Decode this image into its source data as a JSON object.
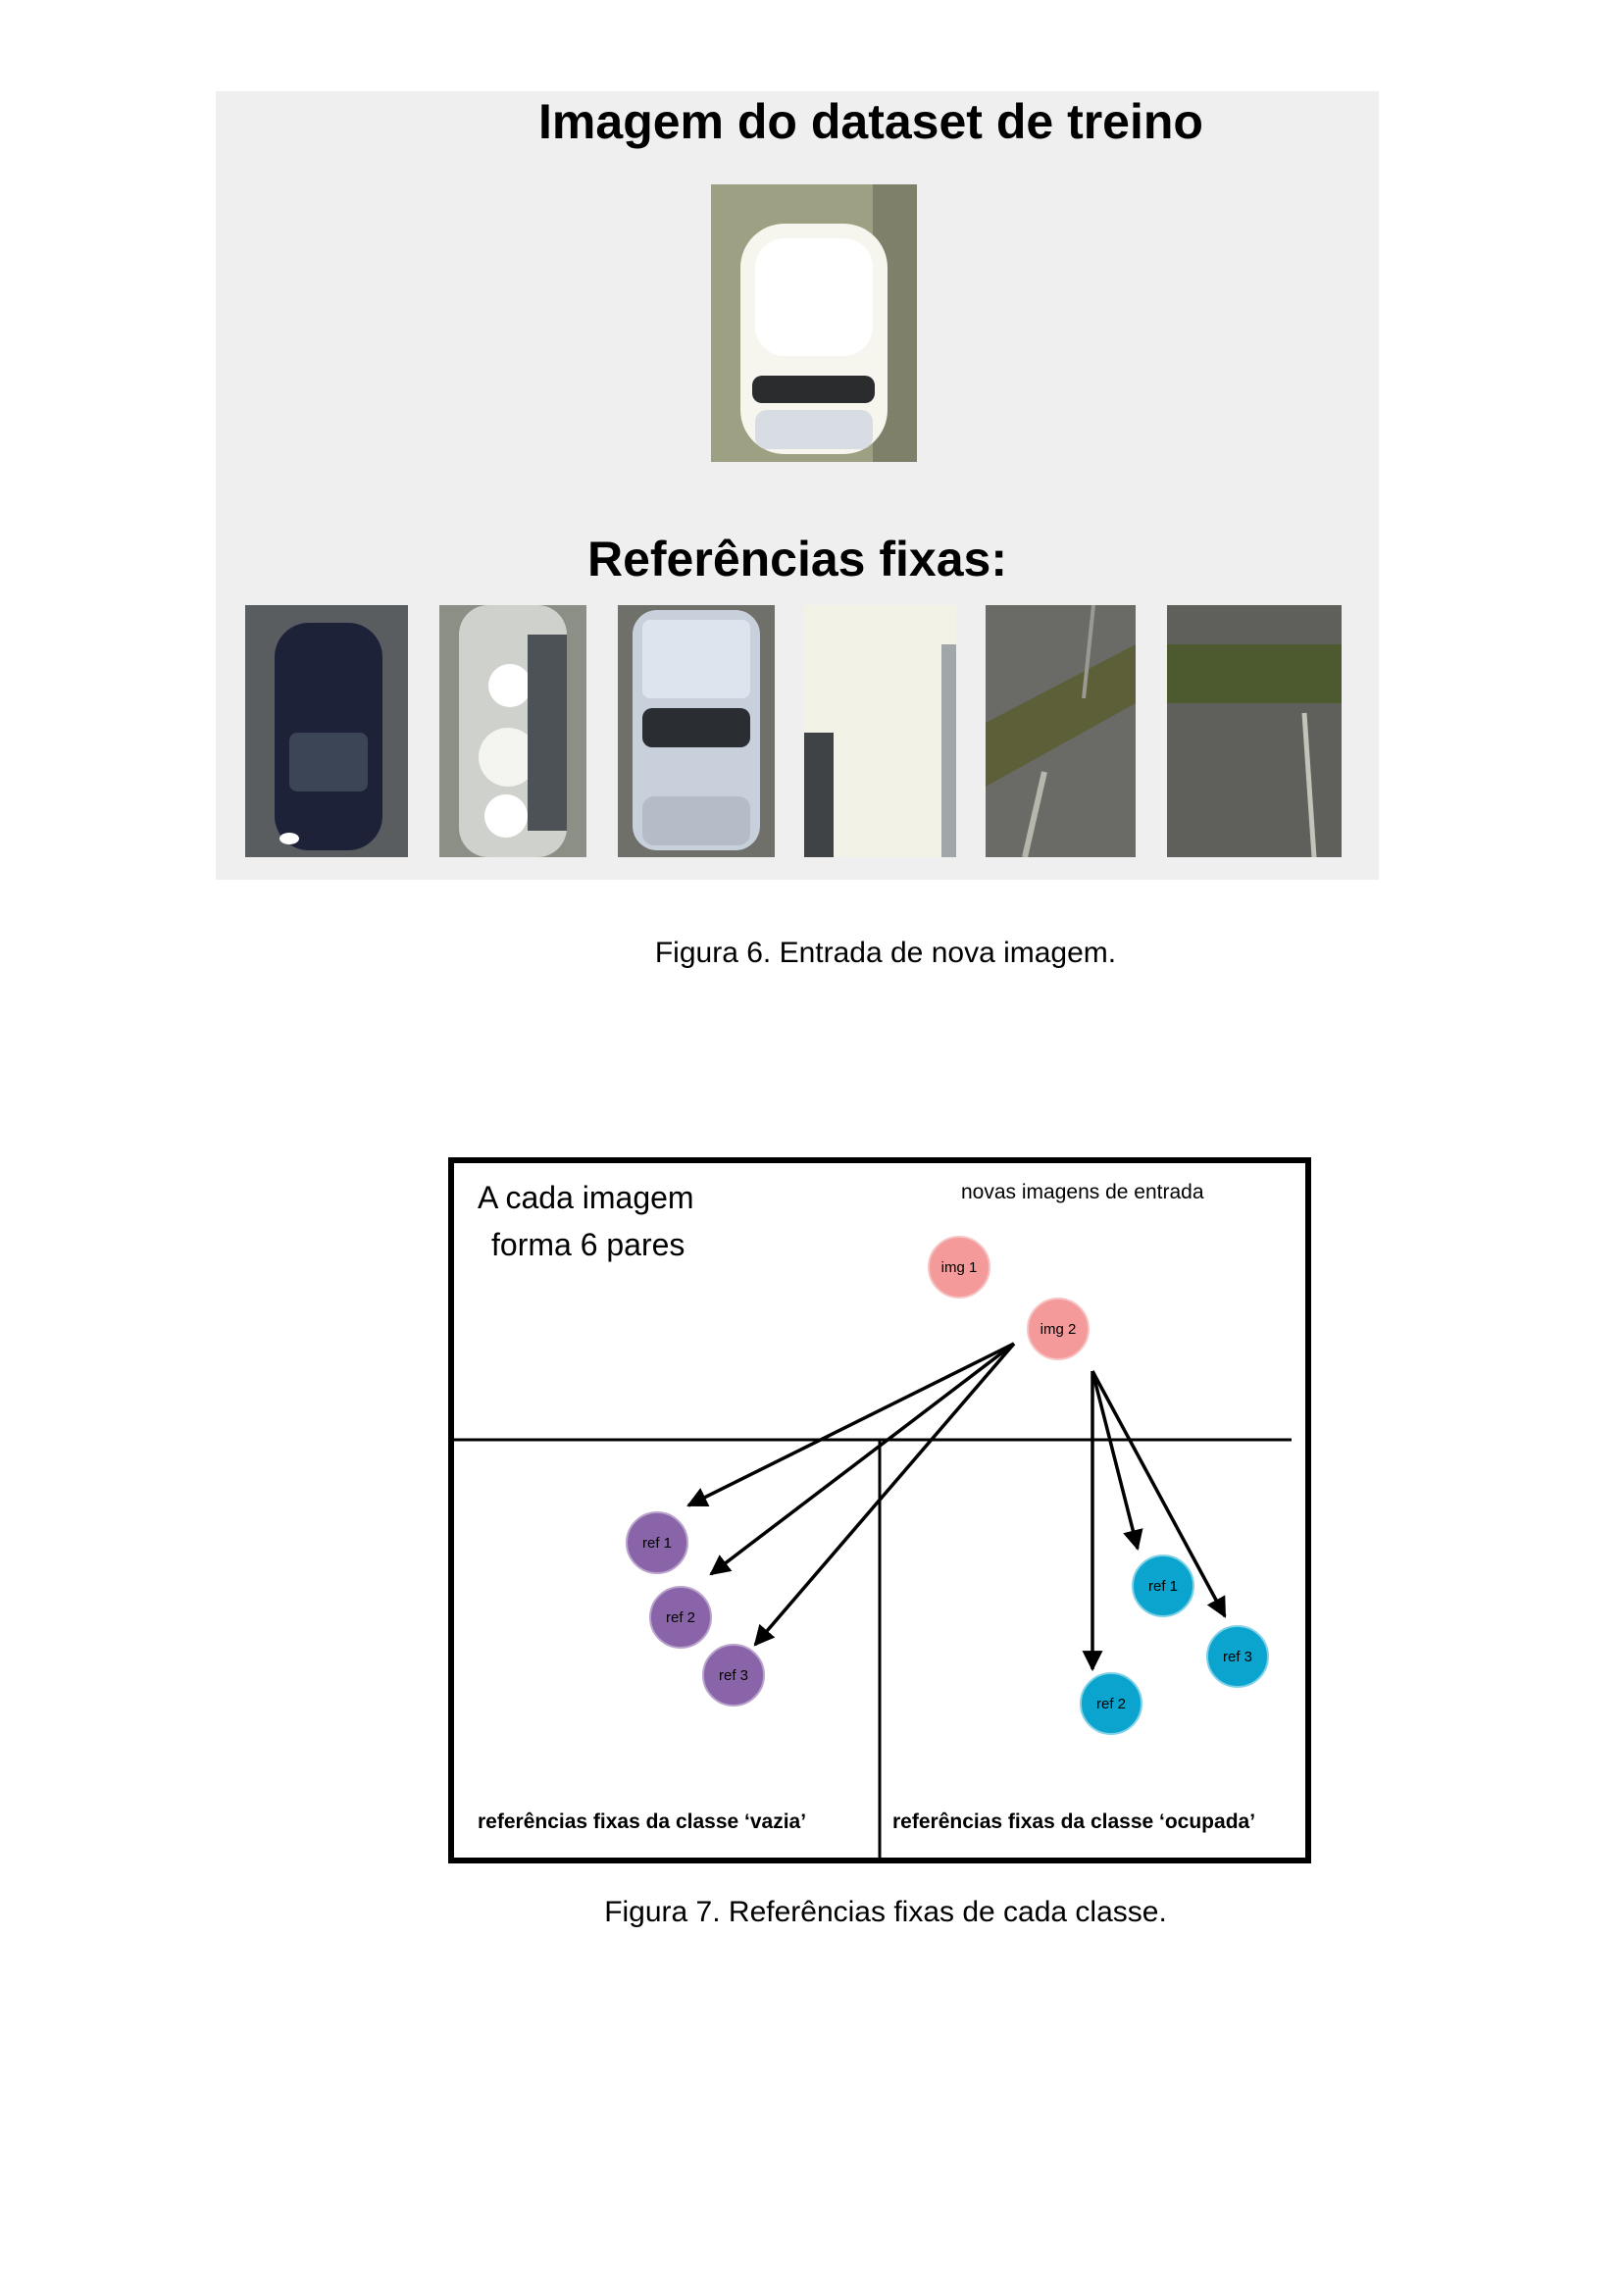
{
  "figure6": {
    "title_top": "Imagem do dataset de treino",
    "title_refs": "Referências fixas:",
    "caption": "Figura 6. Entrada de nova imagem."
  },
  "figure7": {
    "heading_line1": "A cada imagem",
    "heading_line2": "forma 6 pares",
    "new_images_label": "novas imagens de entrada",
    "img1": "img 1",
    "img2": "img 2",
    "empty_refs": [
      "ref 1",
      "ref 2",
      "ref 3"
    ],
    "occupied_refs": [
      "ref 1",
      "ref 2",
      "ref 3"
    ],
    "empty_class_label": "referências fixas da classe ‘vazia’",
    "occupied_class_label": "referências fixas da classe ‘ocupada’",
    "caption": "Figura 7. Referências fixas de cada classe.",
    "colors": {
      "input": "#f59a9a",
      "empty": "#8a64a8",
      "occupied": "#0aa4cf"
    }
  }
}
